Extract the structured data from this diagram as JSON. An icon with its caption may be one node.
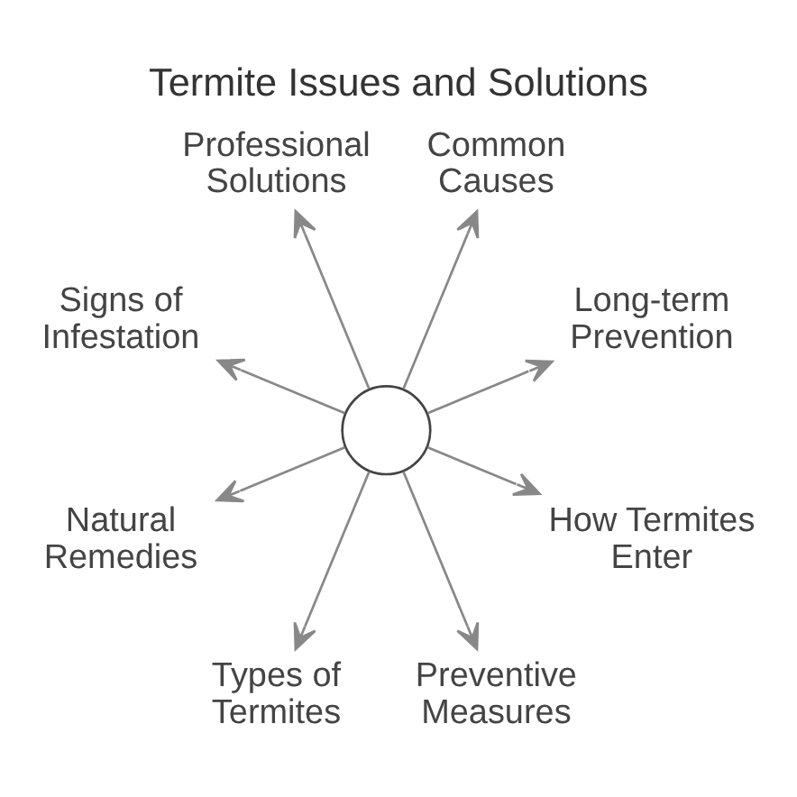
{
  "diagram": {
    "title": "Termite Issues and Solutions",
    "nodes": [
      {
        "text": [
          "Long-term Prevention"
        ]
      },
      {
        "text": [
          "Common Causes"
        ]
      },
      {
        "text": [
          "Professional Solutions"
        ]
      },
      {
        "text": [
          "Signs of Infestation"
        ]
      },
      {
        "text": [],
        "shape": "circle"
      },
      {
        "text": [
          "Natural Remedies"
        ]
      },
      {
        "text": [
          "Types of Termites"
        ]
      },
      {
        "text": [
          "Preventive Measures"
        ]
      },
      {
        "text": [
          "How Termites Enter"
        ]
      }
    ],
    "edges": [
      {
        "from": 4,
        "to": 0,
        "arrow": "to"
      },
      {
        "from": 4,
        "to": 1,
        "arrow": "to"
      },
      {
        "from": 4,
        "to": 2,
        "arrow": "to"
      },
      {
        "from": 4,
        "to": 3,
        "arrow": "to"
      },
      {
        "from": 4,
        "to": 5,
        "arrow": "to"
      },
      {
        "from": 4,
        "to": 6,
        "arrow": "to"
      },
      {
        "from": 4,
        "to": 7,
        "arrow": "to"
      },
      {
        "from": 4,
        "to": 8,
        "arrow": "to"
      }
    ]
  }
}
